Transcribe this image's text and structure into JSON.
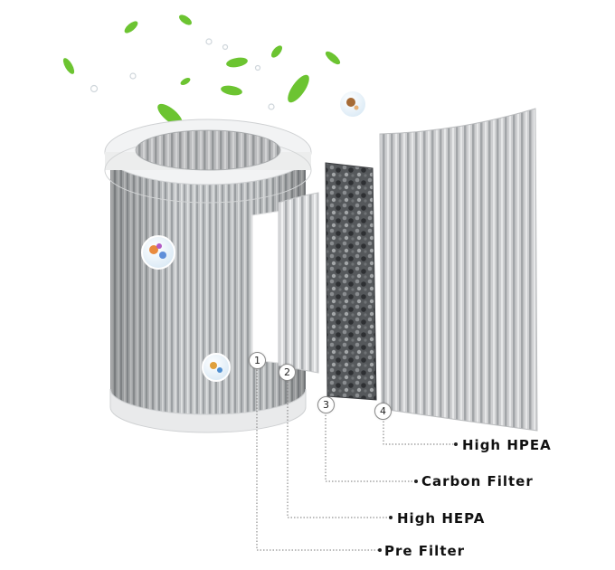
{
  "colors": {
    "background": "#ffffff",
    "leaf_green": "#6cc431",
    "filter_gray": "#b9bcbe",
    "carbon_dark": "#3f4144",
    "label_text": "#111111"
  },
  "icons": {
    "leaves": "leaf-icon",
    "germ_bubble_1": "bacteria-icon",
    "germ_bubble_2": "pollen-icon",
    "germ_bubble_3": "dust-icon"
  },
  "layers": [
    {
      "number": "1",
      "label": "Pre Filter"
    },
    {
      "number": "2",
      "label": "High HEPA"
    },
    {
      "number": "3",
      "label": "Carbon Filter"
    },
    {
      "number": "4",
      "label": "High HPEA"
    }
  ]
}
